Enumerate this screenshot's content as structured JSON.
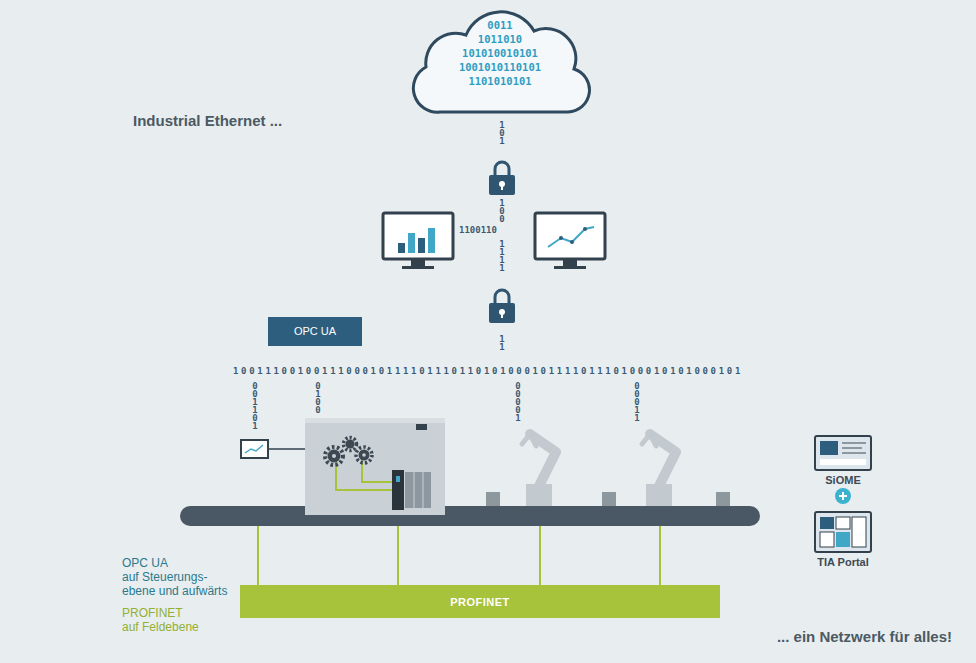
{
  "diagram": {
    "title": "Industrial Ethernet ...",
    "caption": "... ein Netzwerk für alles!",
    "nodes": [
      {
        "text": [
          "OPC UA"
        ]
      },
      {
        "text": [
          "PROFINET"
        ]
      },
      {
        "text": [
          "SiOME"
        ]
      },
      {
        "text": [
          "TIA Portal"
        ]
      }
    ],
    "labels": [
      "0011",
      "1011010",
      "101010010101",
      "1001010110101",
      "1101010101",
      "1 0 1",
      "1 0 0",
      "1100110",
      "1 1 1 1",
      "1 1",
      "100111001001110001011110111011010100010111101110100010101000101",
      "0 0 1 1 0 1",
      "0 1 0 0",
      "0 0 0 0 1",
      "0 0 0 1 1",
      "OPC UA",
      "auf Steuerungs- ebene und aufwärts",
      "PROFINET",
      "auf Feldebene"
    ]
  }
}
